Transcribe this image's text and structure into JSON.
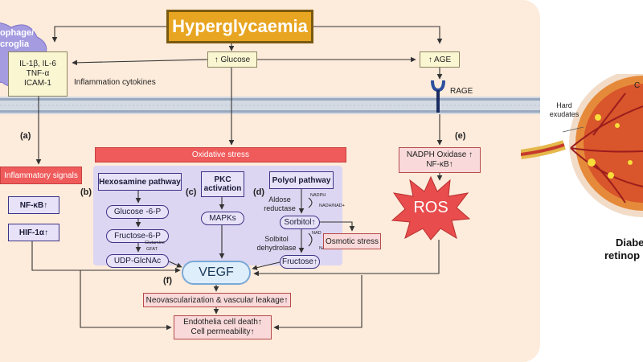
{
  "title": "Hyperglycaemia",
  "macrophage_label": "ophage/ ᴄroglia",
  "cytokines_box": {
    "line1": "IL-1β, IL-6",
    "line2": "TNF-α",
    "line3": "ICAM-1"
  },
  "inflammation_label": "Inflammation cytokines",
  "glucose_label": "↑ Glucose",
  "age_label": "↑ AGE",
  "rage_label": "RAGE",
  "oxidative_stress": "Oxidative stress",
  "letters": {
    "a": "(a)",
    "b": "(b)",
    "c": "(c)",
    "d": "(d)",
    "e": "(e)",
    "f": "(f)"
  },
  "inflammatory_signals": "Inflammatory signals",
  "nfkb_left": "NF-κB↑",
  "hif": "HIF-1α↑",
  "hexosamine": {
    "title": "Hexosamine pathway",
    "steps": [
      "Glucose -6-P",
      "Fructose-6-P",
      "UDP-GlcNAc"
    ],
    "enzyme1": "Glutamine",
    "enzyme2": "GFAT"
  },
  "pkc": {
    "title_line1": "PKC",
    "title_line2": "activation",
    "mapks": "MAPKs"
  },
  "polyol": {
    "title": "Polyol pathway",
    "aldose_line1": "Aldose",
    "aldose_line2": "reductase",
    "nadph": "NADPH",
    "nadph_nad": "NADH/NAD+",
    "sorbitol": "Sorbitol↑",
    "nad": "NAD",
    "nadh": "NADH",
    "sdh_line1": "Solbitol",
    "sdh_line2": "dehydrolase",
    "fructose": "Fructose↑"
  },
  "osmotic_stress": "Osmotic stress",
  "nadph_oxidase": {
    "line1": "NADPH Oxidase ↑",
    "line2": "NF-κB↑"
  },
  "ros": "ROS",
  "vegf": "VEGF",
  "neovascularization": "Neovascularization  & vascular leakage↑",
  "endothelia": {
    "line1": "Endothelia cell death↑",
    "line2": "Cell permeability↑"
  },
  "eye": {
    "hard_exudates_line1": "Hard",
    "hard_exudates_line2": "exudates",
    "cut_label": "C",
    "diabetic_line1": "Diabe",
    "diabetic_line2": "retinop"
  },
  "colors": {
    "title_fill": "#e8a521",
    "oxidative_bar": "#ef5b5b",
    "ros_star": "#e84c4c",
    "pathway_bg": "#ddd6f2",
    "panel_bg": "#fdebdb"
  }
}
